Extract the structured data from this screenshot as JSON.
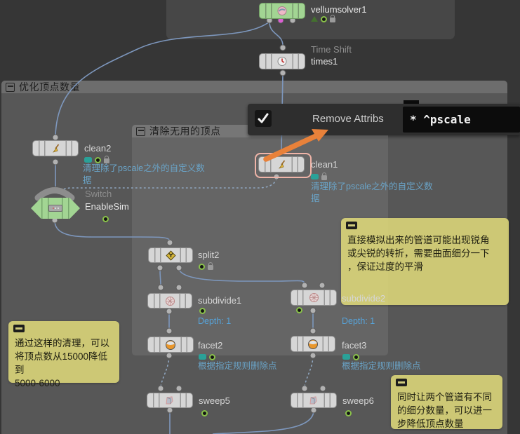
{
  "groups": {
    "outer": {
      "title": "优化顶点数量"
    },
    "inner": {
      "title": "清除无用的顶点"
    }
  },
  "dialog": {
    "checkbox_checked": true,
    "label": "Remove Attribs",
    "value": "* ^pscale"
  },
  "nodes": {
    "vellumsolver1": {
      "name": "vellumsolver1"
    },
    "times1": {
      "type": "Time Shift",
      "name": "times1"
    },
    "clean2": {
      "name": "clean2",
      "comment": "清理除了pscale之外的自定义数\n据"
    },
    "clean1": {
      "name": "clean1",
      "comment": "清理除了pscale之外的自定义数\n据"
    },
    "switch1": {
      "type": "Switch",
      "name": "EnableSim"
    },
    "split2": {
      "name": "split2"
    },
    "subdivide1": {
      "name": "subdivide1",
      "info": "Depth: 1"
    },
    "subdivide2": {
      "name": "subdivide2",
      "info": "Depth: 1"
    },
    "facet2": {
      "name": "facet2",
      "comment": "根据指定规则删除点"
    },
    "facet3": {
      "name": "facet3",
      "comment": "根据指定规则删除点"
    },
    "sweep5": {
      "name": "sweep5"
    },
    "sweep6": {
      "name": "sweep6"
    }
  },
  "notes": {
    "note1": {
      "text": "通过这样的清理，可以\n将顶点数从15000降低到\n5000-6000"
    },
    "note2": {
      "text": "直接模拟出来的管道可能出现锐角\n或尖锐的转折，需要曲面细分一下\n，保证过度的平滑"
    },
    "note3": {
      "text": "同时让两个管道有不同\n的细分数量，可以进一\n步降低顶点数量"
    }
  },
  "colors": {
    "wire": "#7d97bd",
    "comment_text": "#6aa4c8",
    "note_bg": "#ded87a",
    "node_green": "#a2d593",
    "selection_pink": "#efb4a8",
    "accent_orange": "#e8813a"
  }
}
